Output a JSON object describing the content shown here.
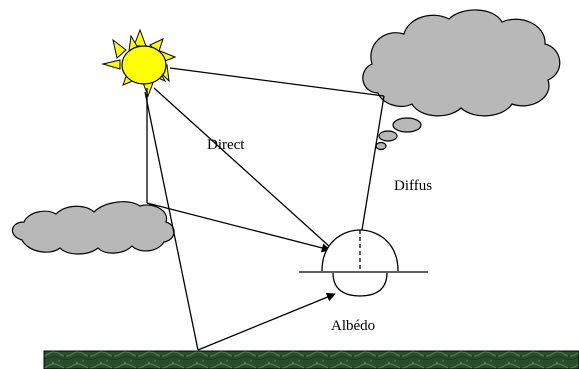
{
  "labels": {
    "direct": "Direct",
    "diffus": "Diffus",
    "albedo": "Albédo"
  },
  "icons": {
    "sun": "sun-icon",
    "cloud_large": "cloud-icon",
    "cloud_small": "cloud-icon"
  },
  "colors": {
    "sun_fill": "#FFFF00",
    "sun_stroke": "#000000",
    "cloud_fill": "#B8B8B8",
    "ground_dark": "#1F3F22",
    "ground_light": "#4F7A4F",
    "line": "#000000"
  }
}
